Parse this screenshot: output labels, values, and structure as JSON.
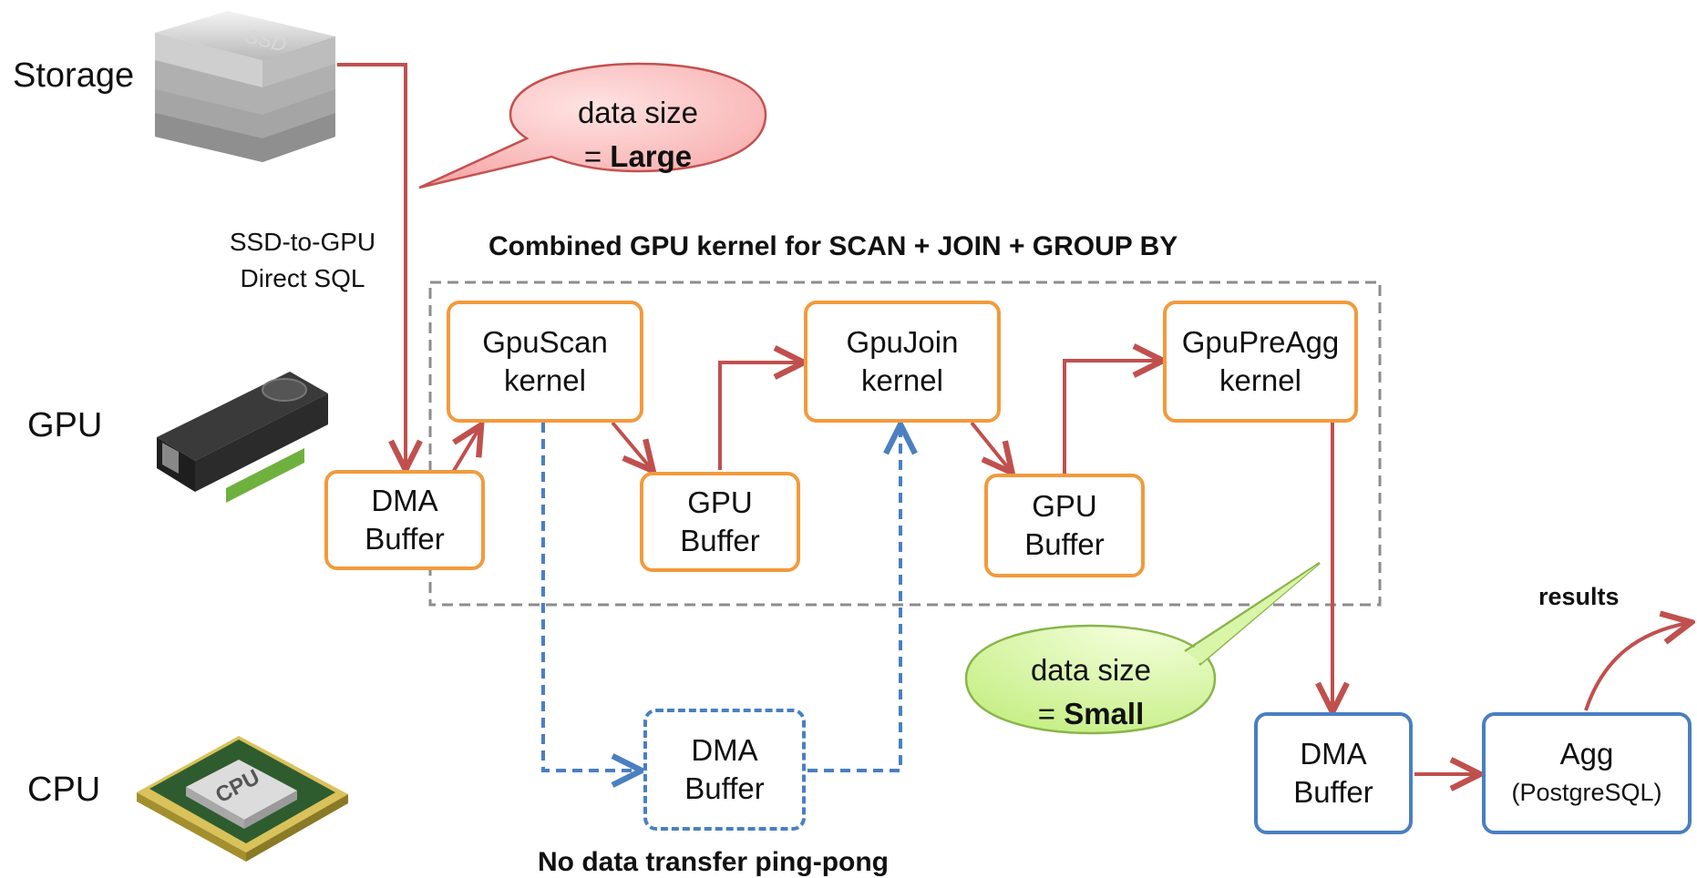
{
  "rows": {
    "storage": "Storage",
    "gpu": "GPU",
    "cpu": "CPU"
  },
  "icons": {
    "ssd_text": "SSD",
    "cpu_text": "CPU"
  },
  "ssd_to_gpu": {
    "line1": "SSD-to-GPU",
    "line2": "Direct SQL"
  },
  "combined_title": "Combined GPU kernel for SCAN + JOIN + GROUP BY",
  "boxes": {
    "dma_buffer_gpu": {
      "line1": "DMA",
      "line2": "Buffer"
    },
    "gpuscan": {
      "line1": "GpuScan",
      "line2": "kernel"
    },
    "gpu_buffer_1": {
      "line1": "GPU",
      "line2": "Buffer"
    },
    "gpujoin": {
      "line1": "GpuJoin",
      "line2": "kernel"
    },
    "gpu_buffer_2": {
      "line1": "GPU",
      "line2": "Buffer"
    },
    "gpupreagg": {
      "line1": "GpuPreAgg",
      "line2": "kernel"
    },
    "dma_buffer_cpu": {
      "line1": "DMA",
      "line2": "Buffer"
    },
    "dma_buffer_out": {
      "line1": "DMA",
      "line2": "Buffer"
    },
    "agg": {
      "line1": "Agg",
      "line2": "(PostgreSQL)"
    }
  },
  "bubbles": {
    "large": {
      "line1": "data size",
      "prefix": "= ",
      "value": "Large"
    },
    "small": {
      "line1": "data size",
      "prefix": "= ",
      "value": "Small"
    }
  },
  "no_pingpong": "No data transfer ping-pong",
  "results": "results",
  "colors": {
    "orange": "#f39a3c",
    "blue": "#4a7fc1",
    "red_arrow": "#c0504d",
    "dashed_gray": "#8c8c8c"
  }
}
